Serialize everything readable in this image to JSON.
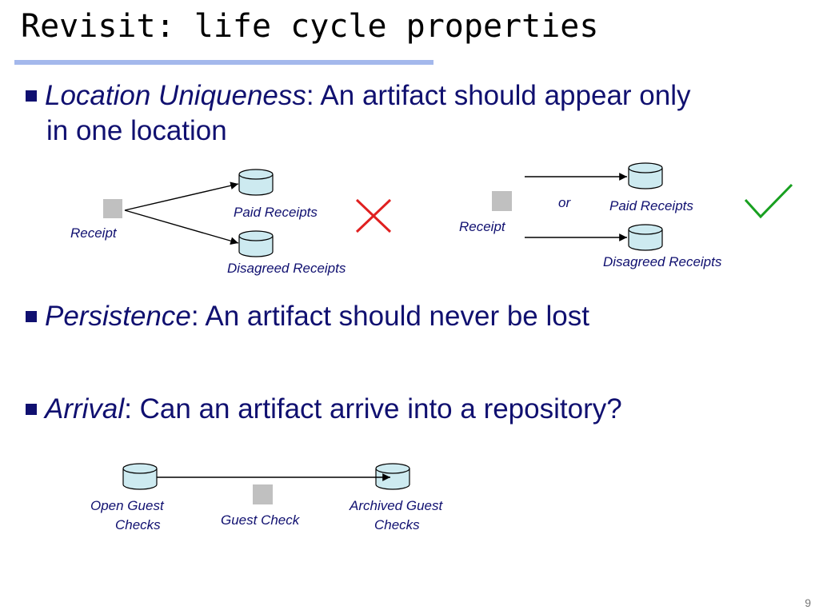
{
  "slide": {
    "title": "Revisit: life cycle properties",
    "number": "9"
  },
  "bullets": [
    {
      "term": "Location Uniqueness",
      "text_line1": ": An artifact should appear only",
      "text_line2": "in one location"
    },
    {
      "term": "Persistence",
      "text_line1": ": An artifact should never be lost"
    },
    {
      "term": "Arrival",
      "text_line1": ": Can an artifact arrive into a repository?"
    }
  ],
  "diagram_wrong": {
    "artifact_label": "Receipt",
    "repo1_label": "Paid Receipts",
    "repo2_label": "Disagreed Receipts",
    "mark": "cross-icon",
    "mark_color": "#e02020"
  },
  "diagram_right": {
    "artifact_label": "Receipt",
    "connector_label": "or",
    "repo1_label": "Paid Receipts",
    "repo2_label": "Disagreed Receipts",
    "mark": "check-icon",
    "mark_color": "#18a020"
  },
  "diagram_arrival": {
    "source_label_line1": "Open Guest",
    "source_label_line2": "Checks",
    "artifact_label": "Guest Check",
    "target_label_line1": "Archived Guest",
    "target_label_line2": "Checks"
  },
  "colors": {
    "text": "#101070",
    "rule": "#a4b8ec",
    "cylinder_fill": "#cdeaf0",
    "artifact_fill": "#c0c0c0"
  }
}
